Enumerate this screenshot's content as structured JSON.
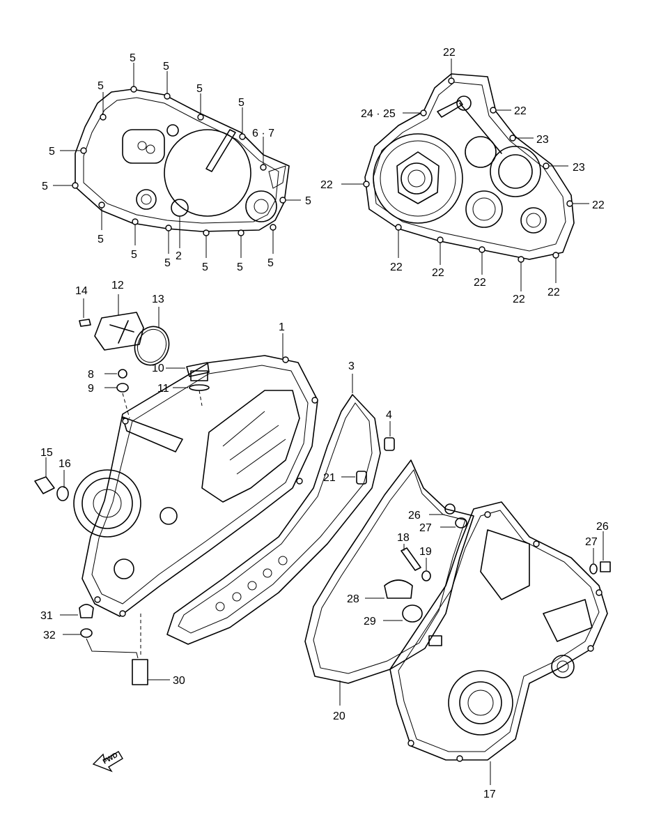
{
  "diagram": {
    "callouts": {
      "c1": "1",
      "c2": "2",
      "c3": "3",
      "c4": "4",
      "c5": "5",
      "c6_7": "6 · 7",
      "c8": "8",
      "c9": "9",
      "c10": "10",
      "c11": "11",
      "c12": "12",
      "c13": "13",
      "c14": "14",
      "c15": "15",
      "c16": "16",
      "c17": "17",
      "c18": "18",
      "c19": "19",
      "c20": "20",
      "c21": "21",
      "c22": "22",
      "c23": "23",
      "c24_25": "24 · 25",
      "c26": "26",
      "c27": "27",
      "c28": "28",
      "c29": "29",
      "c30": "30",
      "c31": "31",
      "c32": "32"
    },
    "fwd_label": "FWD"
  }
}
